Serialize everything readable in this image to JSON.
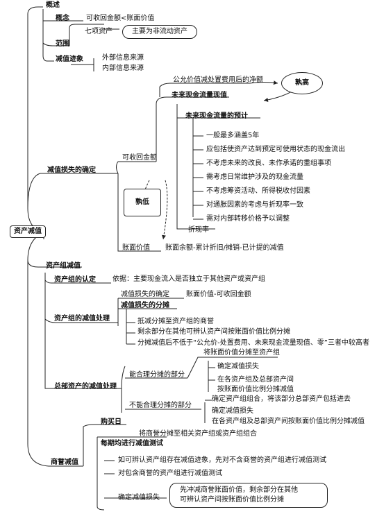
{
  "root": "资产减值",
  "overview": {
    "title": "概述",
    "concept_label": "概念",
    "concept_text": "可收回金额<账面价值",
    "scope_label": "范围",
    "scope_item": "七项资产",
    "scope_note": "主要为非流动资产",
    "signs_label": "减值迹象",
    "signs_items": [
      "外部信息来源",
      "内部信息来源"
    ]
  },
  "determination": {
    "title": "减值损失的确定",
    "recoverable": "可收回金额",
    "fair_value_net": "公允价值减处置费用后的净额",
    "pv_future_cf": "未来现金流量现值",
    "higher_tag": "孰高",
    "lower_tag": "孰低",
    "cf_forecast": "未来现金流量的预计",
    "cf_items": [
      "一般最多涵盖5年",
      "应包括使资产达到预定可使用状态的现金流出",
      "不考虑未来的改良、未作承诺的重组事项",
      "需考虑日常维护涉及的现金流量",
      "不考虑筹资活动、所得税收付因素",
      "对通胀因素的考虑与折现率一致",
      "需对内部转移价格予以调整"
    ],
    "discount_rate": "折现率",
    "book_value": "账面价值",
    "book_value_def": "账面余额-累计折旧/摊销-已计提的减值"
  },
  "asset_group": {
    "title": "资产组减值",
    "recognition_label": "资产组的认定",
    "recognition_text": "依据：主要现金流入是否独立于其他资产或资产组",
    "treatment_label": "资产组的减值处理",
    "loss_confirm": "减值损失的确定",
    "loss_confirm_text": "账面价值-可收回金额",
    "loss_allocation": "减值损失的分摊",
    "alloc_items": [
      "抵减分摊至资产组的商誉",
      "剩余部分在其他可辨认资产间按账面价值比例分摊",
      "分摊减值后不低于“公允价-处置费用、未来现金流量现值、零”三者中较高者"
    ],
    "hq_label": "总部资产的减值处理",
    "hq_can": "能合理分摊的部分",
    "hq_can_top": "将账面价值分摊至资产组",
    "hq_can_items": [
      "确定减值损失",
      "在各资产组及总部资产间",
      "按账面价值比例分摊减值"
    ],
    "hq_cannot": "不能合理分摊的部分",
    "hq_cannot_items": [
      "确定资产组组合，将该部分总部资产包括进去",
      "确定减值损失",
      "在各资产组及总部资产间按账面价值比例分摊减值"
    ]
  },
  "goodwill": {
    "title": "商誉减值",
    "purchase_label": "购买日",
    "purchase_text": "将商誉分摊至相关资产组或资产组组合",
    "annual_test": "每期均进行减值测试",
    "test_items": [
      "如可辨认资产组存在减值迹象，先对不含商誉的资产组进行减值测试",
      "对包含商誉的资产组进行减值测试"
    ],
    "confirm_loss": "确定减值损失",
    "confirm_note": [
      "先冲减商誉账面价值，剩余部分在其他",
      "可辨认资产间按账面价值比例分摊"
    ]
  }
}
